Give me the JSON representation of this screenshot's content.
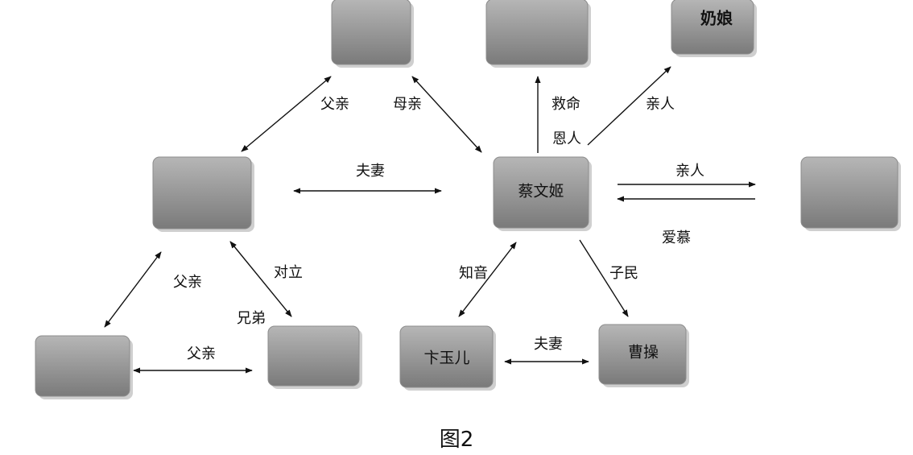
{
  "caption": "图2",
  "nodes": {
    "top_left": "",
    "top_mid": "",
    "top_right": "奶娘",
    "left": "",
    "center": "蔡文姬",
    "right": "",
    "bottom_left": "",
    "bottom_mid_left": "",
    "bian_yuer": "卞玉儿",
    "cao_cao": "曹操"
  },
  "edges": {
    "father_top": "父亲",
    "mother": "母亲",
    "save_life": "救命",
    "benefactor": "恩人",
    "relative_top": "亲人",
    "spouse_mid": "夫妻",
    "relative_right": "亲人",
    "admire": "爱慕",
    "father_left": "父亲",
    "oppose": "对立",
    "brother": "兄弟",
    "father_bottom": "父亲",
    "zhiyin": "知音",
    "subject": "子民",
    "spouse_bottom": "夫妻"
  },
  "colors": {
    "node_top": "#b4b4b4",
    "node_bottom": "#7c7c7c",
    "line": "#111111"
  }
}
